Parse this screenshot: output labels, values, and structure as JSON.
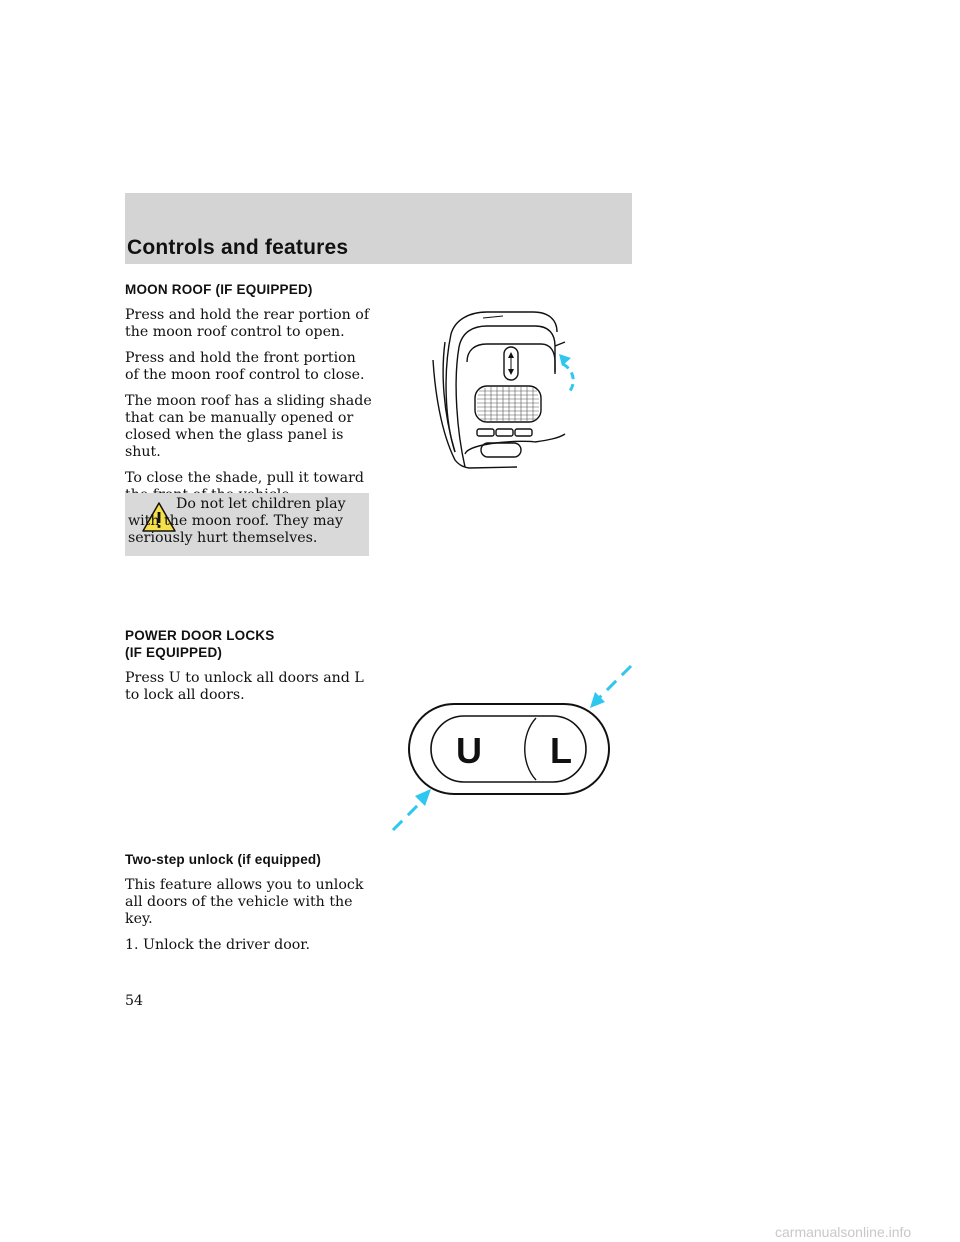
{
  "header": {
    "title": "Controls and features"
  },
  "moon_roof": {
    "heading": "MOON ROOF (IF EQUIPPED)",
    "paragraphs": [
      "Press and hold the rear portion of the moon roof control to open.",
      "Press and hold the front portion of the moon roof control to close.",
      "The moon roof has a sliding shade that can be manually opened or closed when the glass panel is shut.",
      "To close the shade, pull it toward the front of the vehicle."
    ],
    "warning": "Do not let children play with the moon roof. They may seriously hurt themselves."
  },
  "power_door_locks": {
    "heading_line1": "POWER DOOR LOCKS",
    "heading_line2": "(IF EQUIPPED)",
    "text": "Press U to unlock all doors and L to lock all doors.",
    "switch_labels": {
      "unlock": "U",
      "lock": "L"
    }
  },
  "two_step_unlock": {
    "heading": "Two-step unlock (if equipped)",
    "paragraphs": [
      "This feature allows you to unlock all doors of the vehicle with the key.",
      "1. Unlock the driver door."
    ]
  },
  "page_number": "54",
  "watermark": "carmanualsonline.info",
  "colors": {
    "header_band": "#d4d4d4",
    "warning_box": "#d9d9d9",
    "callout_cyan": "#2ec7ef"
  },
  "icons": [
    "warning-triangle-icon",
    "moon-roof-console-illustration",
    "door-lock-switch-illustration"
  ]
}
